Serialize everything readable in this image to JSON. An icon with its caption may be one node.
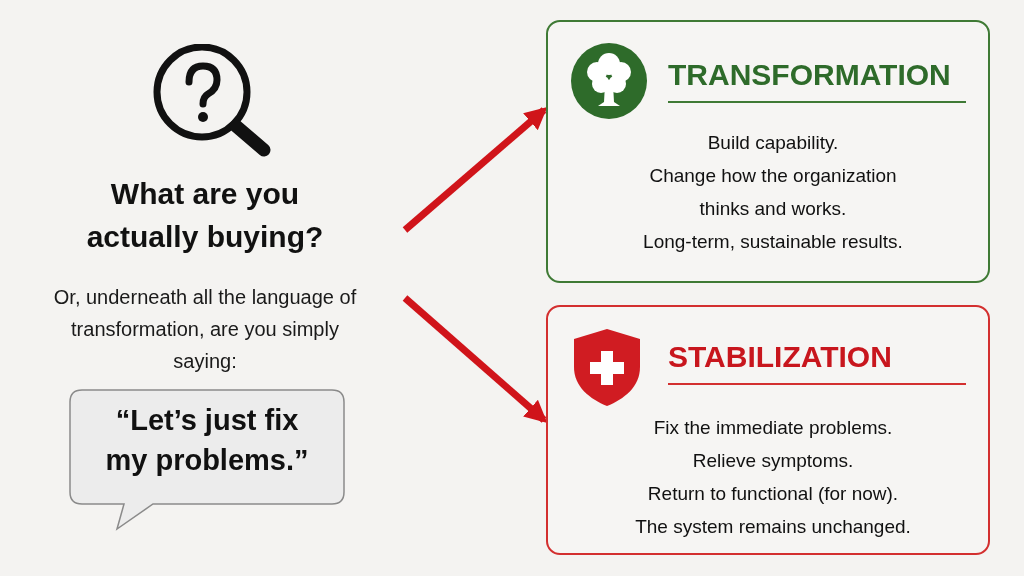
{
  "diagram": {
    "nodes": [
      {
        "text": [
          "TRANSFORMATION",
          "Build capability.",
          "Change how the organization thinks and works.",
          "Long-term, sustainable results."
        ]
      },
      {
        "text": [
          "STABILIZATION",
          "Fix the immediate problems.",
          "Relieve symptoms.",
          "Return to functional (for now).",
          "The system remains unchanged."
        ]
      },
      {
        "text": [
          "“Let’s just fix my problems.”"
        ]
      }
    ],
    "edges": [
      {
        "from": null,
        "to": 0,
        "arrow": "to"
      },
      {
        "from": null,
        "to": 1,
        "arrow": "to"
      }
    ],
    "labels": [
      "What are you actually buying?",
      "Or, underneath all the language of transformation, are you simply saying:"
    ]
  }
}
